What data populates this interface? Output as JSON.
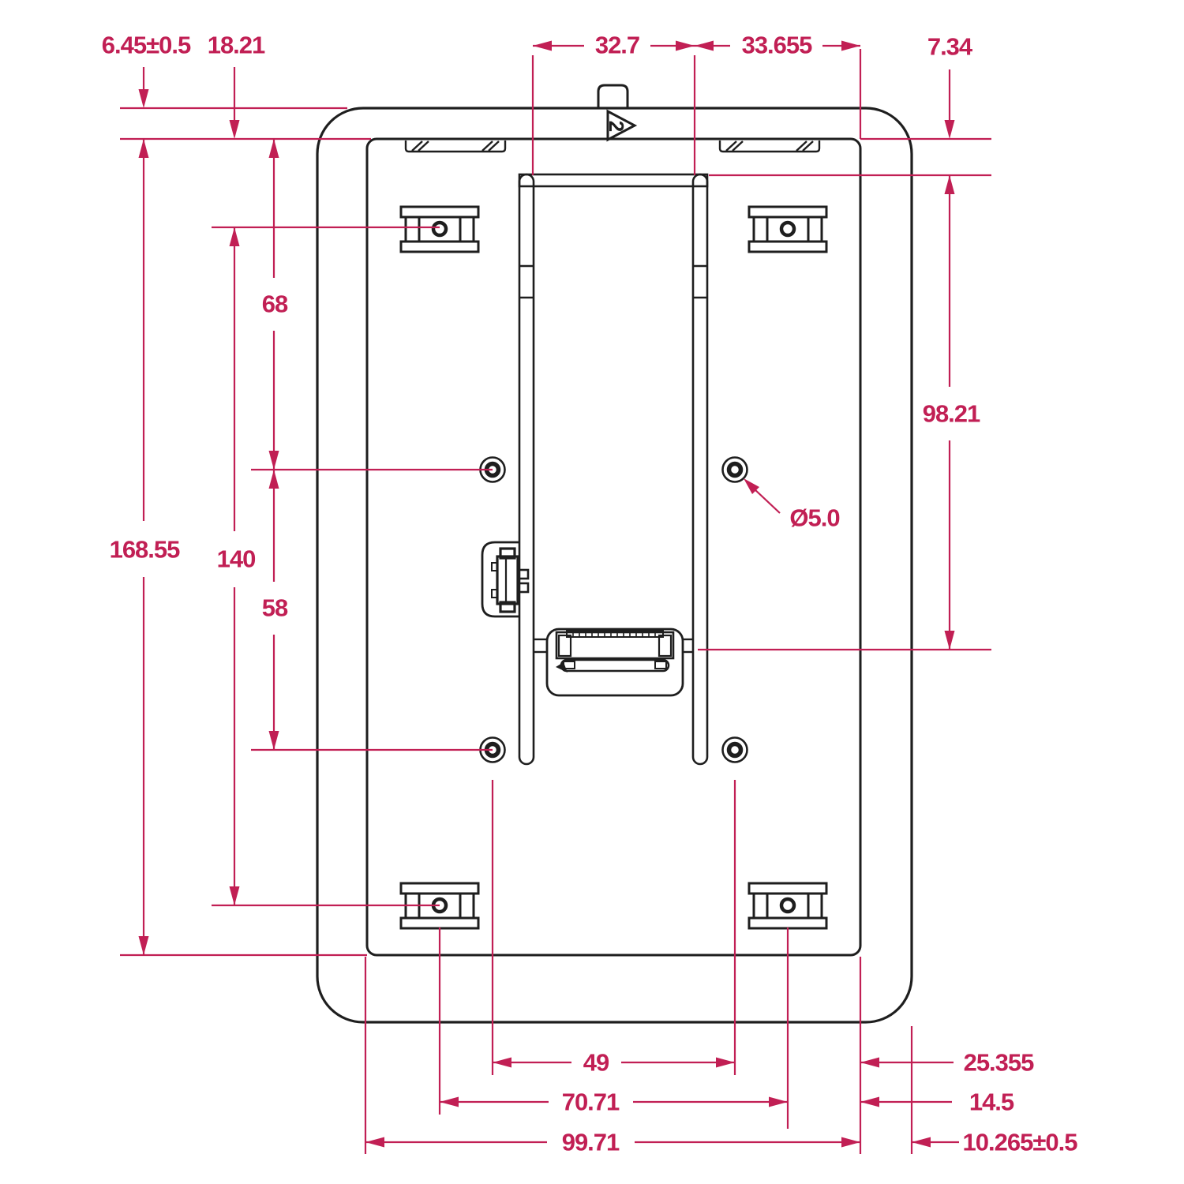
{
  "drawing": {
    "type": "mechanical-dimension-drawing",
    "accent_color": "#c11f54",
    "line_color": "#1e1e1e",
    "background": "#ffffff",
    "revision_marker": "2",
    "dims": {
      "shell_to_panel_top": "6.45±0.5",
      "panel_to_clip_hole": "18.21",
      "rail_gap": "32.7",
      "rail_to_panel_edge": "33.655",
      "panel_to_rail_top": "7.34",
      "panel_top_to_upper_hole": "68",
      "clip_hole_span_vertical": "140",
      "upper_to_lower_hole": "58",
      "panel_height": "168.55",
      "rail_top_to_connector": "98.21",
      "hole_diameter": "Ø5.0",
      "hole_span_horizontal": "49",
      "hole_to_panel_edge": "25.355",
      "clip_hole_span_horizontal": "70.71",
      "clip_hole_to_panel_edge": "14.5",
      "panel_width": "99.71",
      "panel_to_shell_edge": "10.265±0.5"
    }
  }
}
